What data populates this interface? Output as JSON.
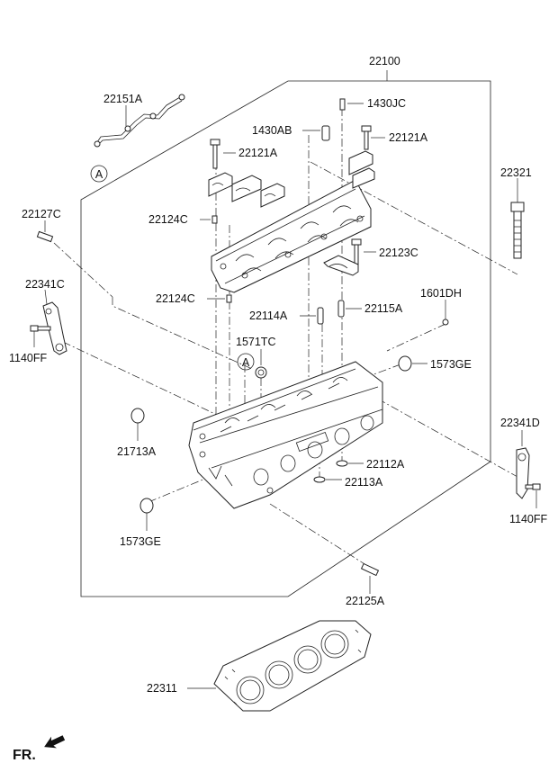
{
  "labels": {
    "assembly": "22100",
    "gasket_set": "22151A",
    "bolt_1430jc": "1430JC",
    "plug_1430ab": "1430AB",
    "bolt_22121a_left": "22121A",
    "bolt_22121a_right": "22121A",
    "stud_bolt": "22321",
    "stud_22127c": "22127C",
    "pin_22124c_top": "22124C",
    "pin_22124c_bottom": "22124C",
    "cap_22123c": "22123C",
    "bracket_left": "22341C",
    "bolt_left": "1140FF",
    "dowel_1601dh": "1601DH",
    "guide_22114a": "22114A",
    "guide_22115a": "22115A",
    "plug_1571tc": "1571TC",
    "plug_1573ge_right": "1573GE",
    "plug_21713a": "21713A",
    "seal_22112a": "22112A",
    "seal_22113a": "22113A",
    "plug_1573ge_left": "1573GE",
    "bracket_right": "22341D",
    "bolt_right": "1140FF",
    "stud_22125a": "22125A",
    "head_gasket": "22311",
    "ref_a_top": "A",
    "ref_a_head": "A",
    "front": "FR."
  }
}
